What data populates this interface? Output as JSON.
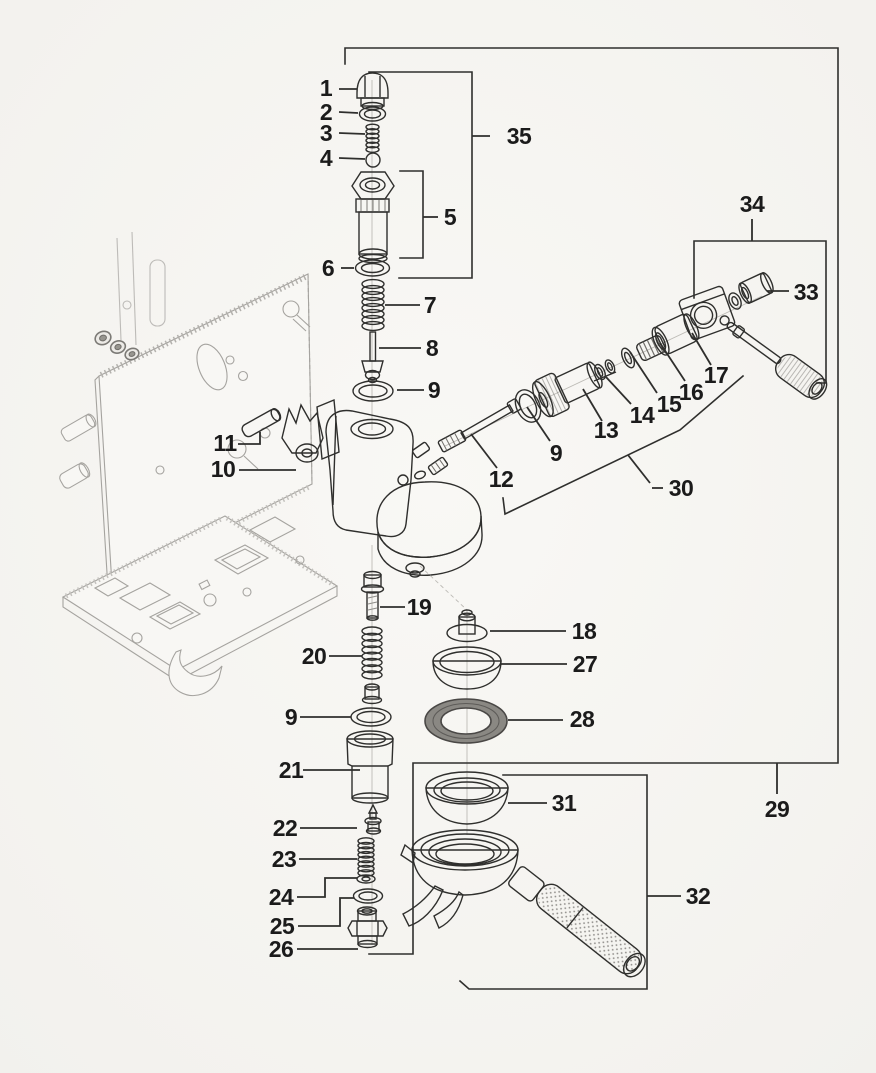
{
  "diagram": {
    "callouts": {
      "c1": "1",
      "c2": "2",
      "c3": "3",
      "c4": "4",
      "c5": "5",
      "c6": "6",
      "c7": "7",
      "c8": "8",
      "c9_top": "9",
      "c9_mid": "9",
      "c9_low": "9",
      "c10": "10",
      "c11": "11",
      "c12": "12",
      "c13": "13",
      "c14": "14",
      "c15": "15",
      "c16": "16",
      "c17": "17",
      "c18": "18",
      "c19": "19",
      "c20": "20",
      "c21": "21",
      "c22": "22",
      "c23": "23",
      "c24": "24",
      "c25": "25",
      "c26": "26",
      "c27": "27",
      "c28": "28",
      "c29": "29",
      "c30": "30",
      "c31": "31",
      "c32": "32",
      "c33": "33",
      "c34": "34",
      "c35": "35"
    },
    "colors": {
      "paper": "#f6f5f2",
      "ink": "#1b1b1b",
      "part_line": "#2f2f2d",
      "frame_line": "#a5a39f",
      "gasket_dark": "#8a8883",
      "handle_dark": "#a3a19c"
    }
  }
}
